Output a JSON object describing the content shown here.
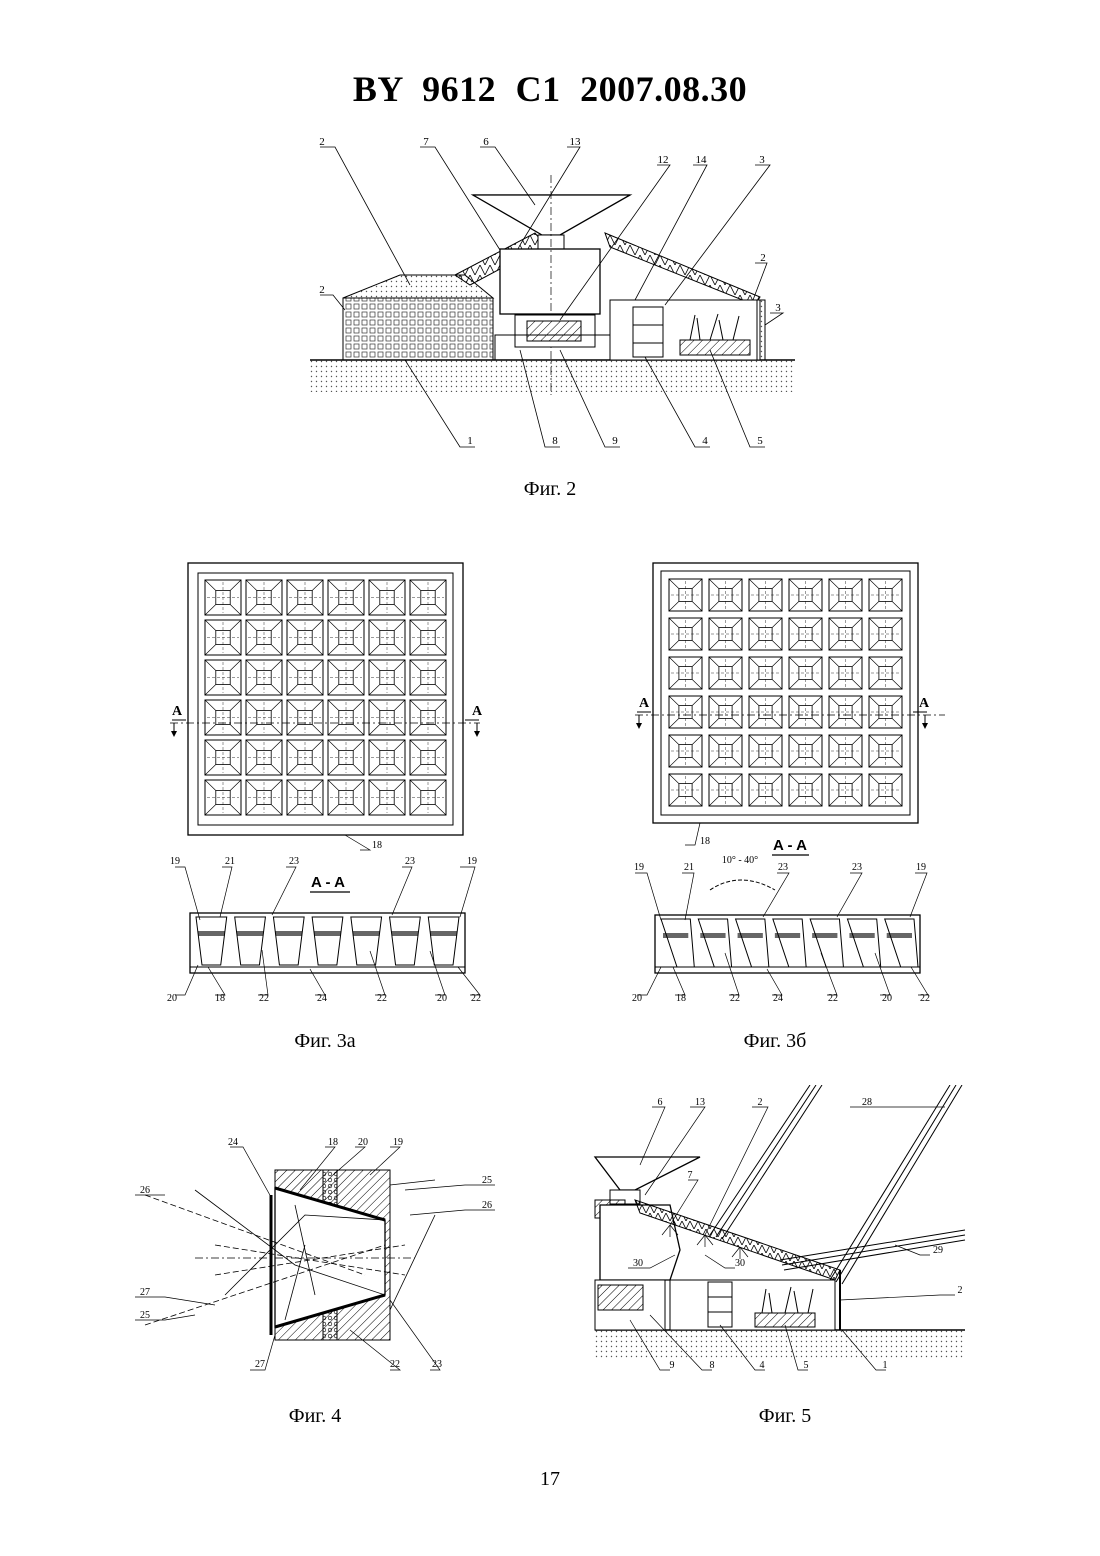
{
  "header": {
    "title": "BY  9612  C1  2007.08.30"
  },
  "figures": {
    "fig2": {
      "caption": "Фиг. 2",
      "callouts": [
        "2",
        "7",
        "6",
        "13",
        "12",
        "14",
        "3",
        "2",
        "2",
        "3",
        "1",
        "8",
        "9",
        "4",
        "5"
      ]
    },
    "fig3a": {
      "caption": "Фиг. 3а",
      "section_label": "A - A",
      "section_marker": "A",
      "callouts": [
        "18",
        "19",
        "21",
        "23",
        "23",
        "19",
        "20",
        "18",
        "22",
        "24",
        "22",
        "20",
        "22"
      ]
    },
    "fig3b": {
      "caption": "Фиг. 3б",
      "section_label": "A - A",
      "section_marker": "A",
      "angle_label": "10° - 40°",
      "callouts": [
        "18",
        "19",
        "21",
        "23",
        "23",
        "19",
        "20",
        "18",
        "22",
        "24",
        "22",
        "20",
        "22"
      ]
    },
    "fig4": {
      "caption": "Фиг. 4",
      "callouts": [
        "24",
        "18",
        "20",
        "19",
        "25",
        "26",
        "26",
        "27",
        "25",
        "27",
        "22",
        "23"
      ]
    },
    "fig5": {
      "caption": "Фиг. 5",
      "callouts": [
        "6",
        "13",
        "2",
        "28",
        "7",
        "30",
        "30",
        "29",
        "2",
        "9",
        "8",
        "4",
        "5",
        "1"
      ]
    }
  },
  "page_number": "17"
}
